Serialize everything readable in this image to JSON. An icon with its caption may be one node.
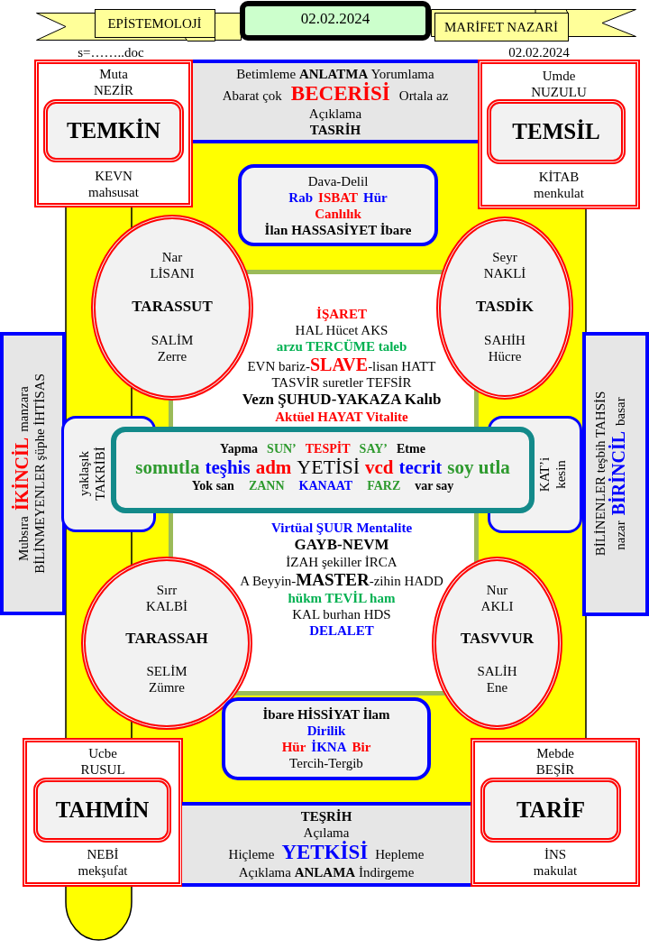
{
  "diagram": {
    "nodes": [
      {
        "text": [
          "EPİSTEMOLOJİ"
        ]
      },
      {
        "text": [
          "02.02.2024"
        ]
      },
      {
        "text": [
          "MARİFET NAZARİ"
        ]
      },
      {
        "text": [
          "Muta NEZİR",
          "KEVN mahsusat"
        ]
      },
      {
        "text": [
          "TEMKİN"
        ],
        "in": 3
      },
      {
        "text": [
          "Betimleme **ANLATMA** Yorumlama",
          "Abarat çok",
          "BECERİSİ",
          "Ortala az",
          "Açıklama",
          "TASRİH"
        ]
      },
      {
        "text": [
          "Umde NUZULU",
          "KİTAB menkulat"
        ]
      },
      {
        "text": [
          "TEMSİL"
        ],
        "in": 6
      },
      {
        "text": [
          "Dava-Delil",
          "Rab",
          "ISBAT",
          "Hür",
          "Canlılık",
          "İlan HASSASİYET İbare"
        ]
      },
      {
        "text": [
          "Nar LİSANI",
          "TARASSUT",
          "SALİM Zerre"
        ]
      },
      {
        "text": [
          "Seyr NAKLİ",
          "TASDİK",
          "SAHİH Hücre"
        ]
      },
      {
        "text": [
          "İŞARET",
          "HAL Hücet AKS",
          "arzu TERCÜME taleb",
          "EVN bariz-",
          "SLAVE",
          "-lisan HATT",
          "TASVİR suretler TEFSİR",
          "Vezn ŞUHUD-YAKAZA Kalıb",
          "Aktüel HAYAT Vitalite",
          "Virtüal ŞUUR Mentalite",
          "GAYB-NEVM",
          "İZAH şekiller İRCA",
          "A Beyyin-",
          "MASTER",
          "-zihin HADD",
          "hükm TEVİL ham",
          "KAL burhan HDS",
          "DELALET"
        ]
      },
      {
        "text": [
          "Mubsıra",
          "İKİNCİL",
          "manzara",
          "BİLİNMEYENLER şüphe İHTİSAS"
        ]
      },
      {
        "text": [
          "BİLİNENLER teşbih TAHSİS",
          "nazar",
          "BİRİNCİL",
          "basar"
        ]
      },
      {
        "text": [
          "yaklaşık TAKRİBİ"
        ]
      },
      {
        "text": [
          "KAT’i kesin"
        ]
      },
      {
        "text": [
          "Yapma",
          "SUN’",
          "TESPİT",
          "SAY’",
          "Etme",
          "somutla",
          "teşhis",
          "adm",
          "YETİSİ",
          "vcd",
          "tecrit",
          "soy utla",
          "Yok san",
          "ZANN",
          "KANAAT",
          "FARZ",
          "var say"
        ]
      },
      {
        "text": [
          "Sırr KALBİ",
          "TARASSAH",
          "SELİM Zümre"
        ]
      },
      {
        "text": [
          "Nur AKLI",
          "TASVVUR",
          "SALİH Ene"
        ]
      },
      {
        "text": [
          "İbare HİSSİYAT İlam",
          "Dirilik",
          "Hür",
          "İKNA",
          "Bir",
          "Tercih-Tergib"
        ]
      },
      {
        "text": [
          "Ucbe RUSUL",
          "NEBİ mekşufat"
        ]
      },
      {
        "text": [
          "TAHMİN"
        ],
        "in": 20
      },
      {
        "text": [
          "TEŞRİH",
          "Açılama",
          "Hiçleme",
          "YETKİSİ",
          "Hepleme",
          "Açıklama **ANLAMA** İndirgeme"
        ]
      },
      {
        "text": [
          "Mebde BEŞİR",
          "İNS makulat"
        ]
      },
      {
        "text": [
          "TARİF"
        ],
        "in": 23
      }
    ],
    "labels": [
      "s=……..doc",
      "02.02.2024"
    ]
  }
}
